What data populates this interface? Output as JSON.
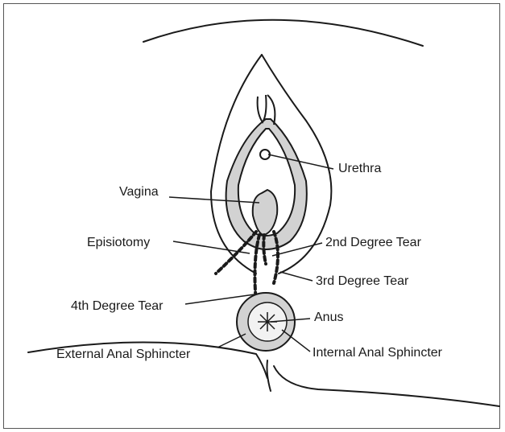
{
  "labels": {
    "urethra": "Urethra",
    "vagina": "Vagina",
    "episiotomy": "Episiotomy",
    "second_degree": "2nd Degree Tear",
    "third_degree": "3rd Degree Tear",
    "fourth_degree": "4th Degree Tear",
    "anus": "Anus",
    "external_sphincter": "External Anal Sphincter",
    "internal_sphincter": "Internal Anal Sphincter"
  },
  "colors": {
    "ink": "#1a1a1a",
    "tissue_fill": "#d2d2d2",
    "anus_inner_fill": "#f2f2f2",
    "background": "#ffffff"
  }
}
